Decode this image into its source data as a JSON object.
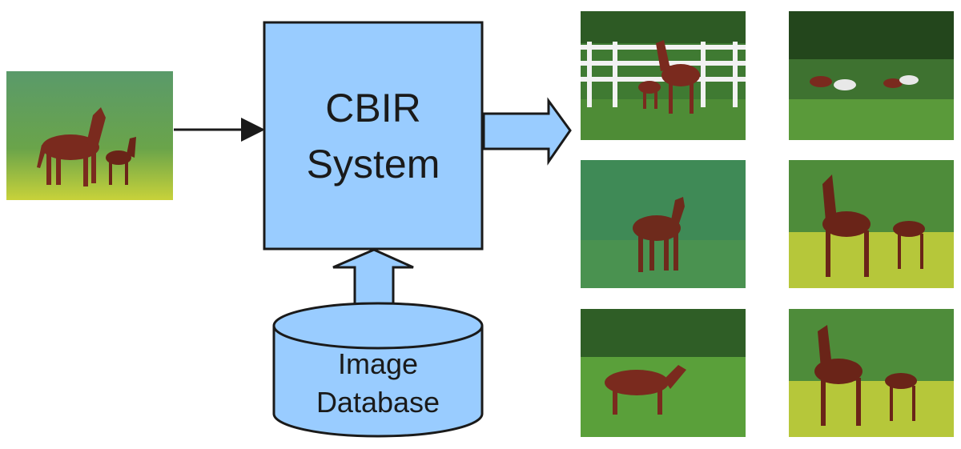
{
  "system": {
    "line1": "CBIR",
    "line2": "System"
  },
  "database": {
    "line1": "Image",
    "line2": "Database"
  },
  "colors": {
    "box_fill": "#99ccff",
    "box_stroke": "#1a1a1a",
    "grass": "#4c8a3c",
    "horse": "#7a2a1e",
    "fence": "#f2f2f2"
  },
  "query_image": {
    "label": "query-horse-photo"
  },
  "results": [
    {
      "label": "result-horses-by-fence"
    },
    {
      "label": "result-horses-running"
    },
    {
      "label": "result-single-horse-grass"
    },
    {
      "label": "result-mare-and-foal-1"
    },
    {
      "label": "result-horse-in-tall-grass"
    },
    {
      "label": "result-mare-and-foal-2"
    }
  ]
}
